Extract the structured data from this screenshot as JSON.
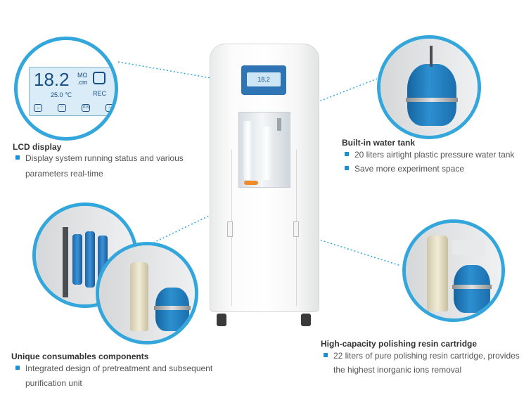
{
  "lcd": {
    "reading": "18.2",
    "unit_top": "MΩ",
    "unit_bottom": ".cm",
    "temperature": "25.0 ℃",
    "rec": "REC",
    "tds_icon_label": "TDS"
  },
  "features": {
    "lcd_display": {
      "title": "LCD display",
      "bullet1_line1": "Display system running status and various",
      "bullet1_line2": "parameters real-time"
    },
    "water_tank": {
      "title": "Built-in water tank",
      "bullet1": "20 liters airtight plastic pressure water tank",
      "bullet2": "Save more experiment space"
    },
    "consumables": {
      "title": "Unique consumables components",
      "bullet1_line1": "Integrated design of pretreatment and subsequent",
      "bullet1_line2": "purification unit"
    },
    "resin": {
      "title": "High-capacity polishing resin cartridge",
      "bullet1_line1": "22 liters of pure polishing resin cartridge, provides",
      "bullet1_line2": "the highest inorganic ions removal"
    }
  },
  "machine": {
    "panel_reading": "18.2"
  },
  "colors": {
    "accent_blue": "#33a6dc",
    "bullet_blue": "#1e8fd0",
    "tank_blue": "#2d8fd0",
    "tray_orange": "#f08a2a"
  }
}
